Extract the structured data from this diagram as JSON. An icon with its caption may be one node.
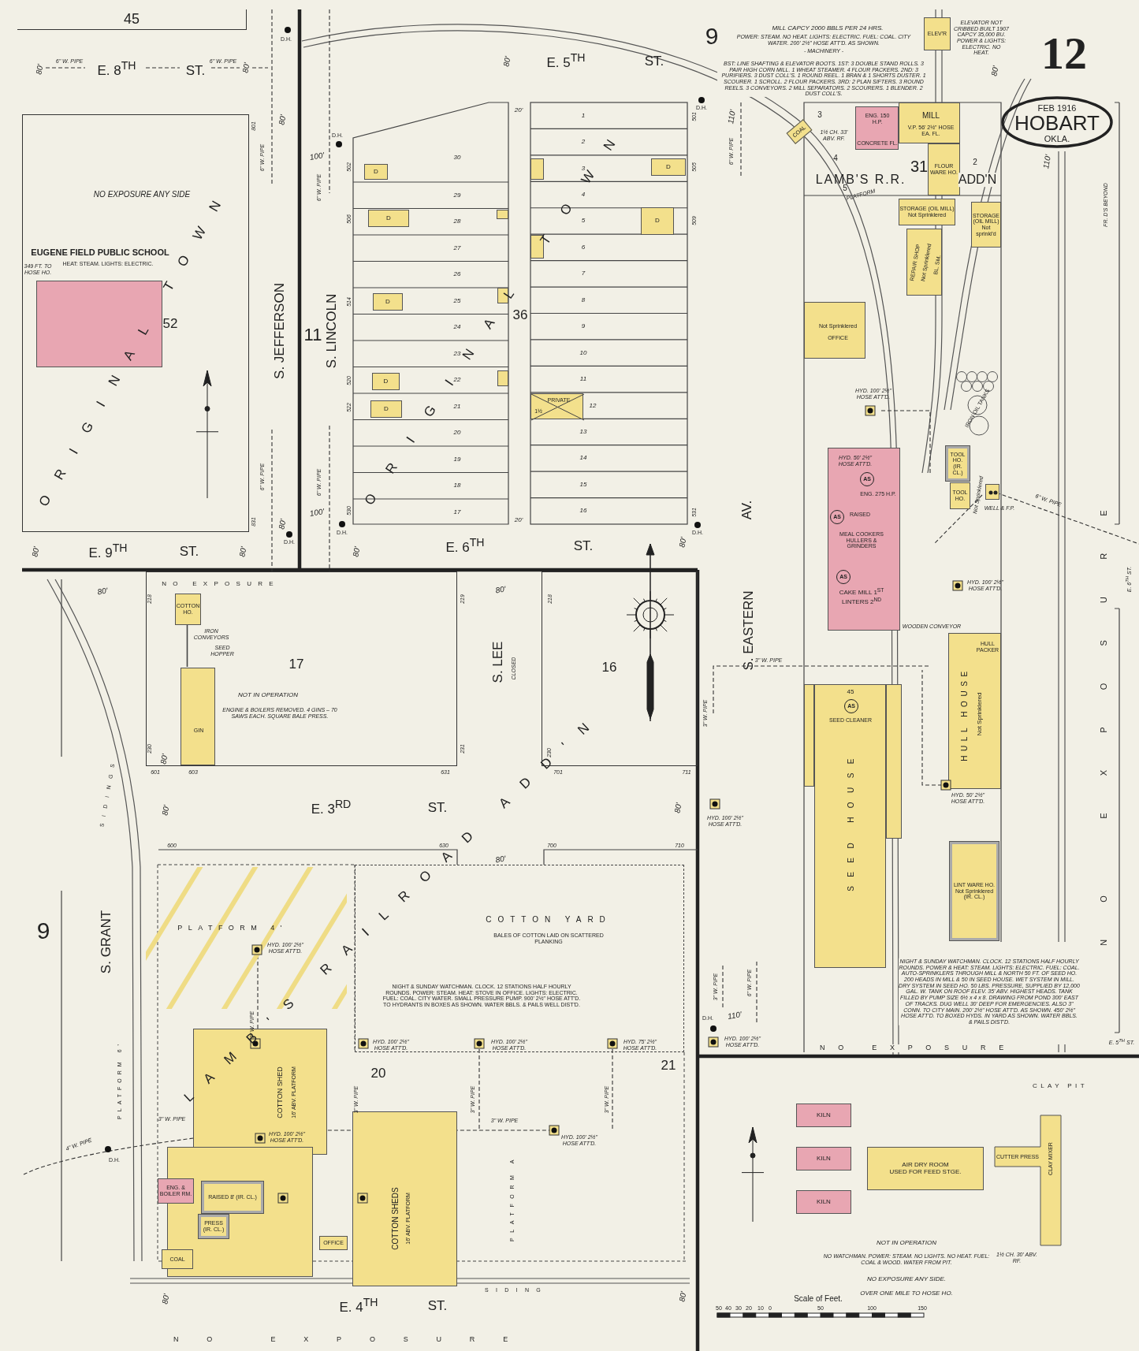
{
  "diagram": {
    "nodes": [
      {
        "text": [
          "45"
        ]
      },
      {
        "text": [
          "52"
        ]
      },
      {
        "text": [
          "EUGENE FIELD PUBLIC SCHOOL",
          "HEAT: STEAM. LIGHTS: ELECTRIC."
        ],
        "in": 1,
        "beside": [
          "349 FT. TO HOSE HO."
        ]
      },
      {
        "text": [
          "36"
        ]
      },
      {
        "text": [
          "D"
        ],
        "in": 3
      },
      {
        "text": [
          "D"
        ],
        "in": 3
      },
      {
        "text": [
          "D"
        ],
        "in": 3
      },
      {
        "text": [
          "D"
        ],
        "in": 3
      },
      {
        "text": [
          "D"
        ],
        "in": 3
      },
      {
        "text": [
          "D"
        ],
        "in": 3
      },
      {
        "text": [
          "D"
        ],
        "in": 3
      },
      {
        "text": [
          "PRIVATE",
          "1½"
        ],
        "in": 3
      },
      {
        "text": [],
        "shape": "box",
        "in": 3
      },
      {
        "text": [],
        "shape": "box",
        "in": 3
      },
      {
        "text": [],
        "shape": "box",
        "in": 3
      },
      {
        "text": [],
        "shape": "box",
        "in": 3
      },
      {
        "text": [],
        "shape": "box",
        "in": 3
      },
      {
        "text": [
          "FEB 1916",
          "HOBART",
          "OKLA."
        ]
      },
      {
        "text": [
          "ELEV'R"
        ],
        "beside": [
          "ELEVATOR NOT CRIBBED BUILT 1907 CAPCY 35,000 BU. POWER & LIGHTS: ELECTRIC. NO HEAT."
        ]
      },
      {
        "text": [
          "ENG. 150 H.P.",
          "CONCRETE FL."
        ],
        "beside": [
          "1½ CH. 33' ABV. RF."
        ]
      },
      {
        "text": [
          "MILL",
          "V.P. 56' 2½\" HOSE EA. FL."
        ]
      },
      {
        "text": [
          "FLOUR WARE HO."
        ]
      },
      {
        "text": [
          "COAL"
        ]
      },
      {
        "text": [
          "STORAGE (OIL MILL)",
          "Not Sprinklered"
        ]
      },
      {
        "text": [
          "STORAGE (OIL MILL)",
          "Not sprinkl'd"
        ]
      },
      {
        "text": [
          "REPAIR SHOP",
          "Not Sprinklered",
          "BL. SM."
        ]
      },
      {
        "text": [
          "Not Sprinklered",
          "OFFICE"
        ]
      },
      {
        "text": [
          "IRON OIL TANKS"
        ]
      },
      {
        "text": [
          "ENG. 275 H.P.",
          "RAISED",
          "MEAL COOKERS HULLERS & GRINDERS",
          "CAKE MILL 1$^{ST}$ LINTERS 2$^{ND}$"
        ]
      },
      {
        "text": [
          "AS"
        ],
        "in": 28
      },
      {
        "text": [
          "AS"
        ],
        "in": 28
      },
      {
        "text": [
          "AS"
        ],
        "in": 28
      },
      {
        "text": [
          "TOOL HO. (IR. CL.)"
        ]
      },
      {
        "text": [
          "TOOL HO."
        ],
        "beside": [
          "Not Sprinklered"
        ]
      },
      {
        "text": [],
        "shape": "box",
        "beside": [
          "WELL & F.P."
        ]
      },
      {
        "text": [
          "45",
          "SEED CLEANER",
          "SEED HOUSE"
        ]
      },
      {
        "text": [
          "AS"
        ],
        "in": 35
      },
      {
        "text": [],
        "shape": "box"
      },
      {
        "text": [],
        "shape": "box"
      },
      {
        "text": [
          "HULL PACKER",
          "HULL HOUSE",
          "Not Sprinklered"
        ]
      },
      {
        "text": [
          "LINT WARE HO.",
          "Not Sprinklered",
          "(IR. CL.)"
        ]
      },
      {
        "text": [
          "17"
        ]
      },
      {
        "text": [
          "COTTON HO."
        ],
        "in": 41
      },
      {
        "text": [
          "GIN"
        ],
        "in": 41,
        "beside": [
          "NOT IN OPERATION",
          "ENGINE & BOILERS REMOVED. 4 GINS – 70 SAWS EACH. SQUARE BALE PRESS."
        ]
      },
      {
        "text": [
          "16"
        ]
      },
      {
        "text": [
          "COTTON YARD",
          "BALES OF COTTON LAID ON SCATTERED PLANKING",
          "NIGHT & SUNDAY WATCHMAN. CLOCK. 12 STATIONS HALF HOURLY ROUNDS. POWER: STEAM. HEAT: STOVE IN OFFICE. LIGHTS: ELECTRIC. FUEL: COAL. CITY WATER. SMALL PRESSURE PUMP. 900' 2½\" HOSE ATT'D. TO HYDRANTS IN BOXES AS SHOWN. WATER BBLS. & PAILS WELL DIST'D."
        ]
      },
      {
        "text": [
          "COTTON SHED",
          "16' ABV. PLATFORM"
        ]
      },
      {
        "text": [
          "COTTON SHEDS",
          "16' ABV. PLATFORM"
        ]
      },
      {
        "text": [],
        "shape": "box"
      },
      {
        "text": [
          "RAISED 8' (IR. CL.)"
        ],
        "in": 48
      },
      {
        "text": [
          "PRESS (IR. CL.)"
        ],
        "in": 48
      },
      {
        "text": [
          "ENG. & BOILER RM."
        ]
      },
      {
        "text": [
          "COAL"
        ]
      },
      {
        "text": [
          "OFFICE"
        ]
      },
      {
        "text": [
          "KILN"
        ]
      },
      {
        "text": [
          "KILN"
        ]
      },
      {
        "text": [
          "KILN"
        ]
      },
      {
        "text": [
          "AIR DRY ROOM",
          "USED FOR FEED STGE."
        ]
      },
      {
        "text": [
          "CUTTER PRESS",
          "CLAY MIXER"
        ],
        "beside": [
          "1½ CH. 30' ABV. RF."
        ]
      }
    ],
    "edges": [
      {
        "from": 42,
        "to": 43,
        "arrow": "none"
      }
    ],
    "labels": [
      "80'",
      "6\" W. PIPE",
      "E. 8$^{TH}$",
      "ST.",
      "6\" W. PIPE",
      "80'",
      "D.H.",
      "NO EXPOSURE ANY SIDE",
      "ORIGINAL TOWN",
      "801",
      "831",
      "80'",
      "6\" W. PIPE",
      "S. JEFFERSON",
      "6\" W. PIPE",
      "80'",
      "D.H.",
      "80'",
      "E. 9$^{TH}$",
      "ST.",
      "80'",
      "11",
      "S. LINCOLN",
      "D.H.",
      "100'",
      "6\" W. PIPE",
      "6\" W. PIPE",
      "100'",
      "D.H.",
      "80'",
      "80'",
      "E. 5$^{TH}$",
      "ST.",
      "20'",
      "502",
      "506",
      "514",
      "520",
      "522",
      "530",
      "501",
      "505",
      "509",
      "531",
      "30",
      "29",
      "28",
      "27",
      "26",
      "25",
      "24",
      "23",
      "22",
      "21",
      "20",
      "19",
      "18",
      "17",
      "1",
      "2",
      "3",
      "4",
      "5",
      "6",
      "7",
      "8",
      "9",
      "10",
      "11",
      "12",
      "13",
      "14",
      "15",
      "16",
      "ORIGINAL TOWN",
      "20'",
      "E. 6$^{TH}$",
      "ST.",
      "80'",
      "D.H.",
      "D.H.",
      "9",
      "12",
      "MILL CAPCY 2000 BBLS PER 24 HRS.",
      "POWER: STEAM. NO HEAT. LIGHTS: ELECTRIC. FUEL: COAL. CITY WATER. 200' 2½\" HOSE ATT'D. AS SHOWN.",
      "- MACHINERY -",
      "BST: LINE SHAFTING & ELEVATOR BOOTS. 1ST: 3 DOUBLE STAND ROLLS. 3 PAIR HIGH CORN MILL. 1 WHEAT STEAMER. 4 FLOUR PACKERS. 2ND: 3 PURIFIERS. 3 DUST COLL'S. 1 ROUND REEL. 1 BRAN & 1 SHORTS DUSTER. 1 SCOURER. 1 SCROLL. 2 FLOUR PACKERS. 3RD: 2 PLAN SIFTERS. 3 ROUND REELS. 3 CONVEYORS. 2 MILL SEPARATORS. 2 SCOURERS. 1 BLENDER. 2 DUST COLL'S.",
      "3",
      "4",
      "5",
      "31",
      "2",
      "LAMB'S R.R.",
      "ADD'N",
      "110'",
      "6\" W. PIPE",
      "80'",
      "110'",
      "PLATFORM",
      "FR. D'S BEYOND",
      "NO EXPOSURE",
      "E. 6$^{TH}$ ST.",
      "AV.",
      "S. EASTERN",
      "HYD. 100' 2½\" HOSE ATT'D.",
      "HYD. 50' 2½\" HOSE ATT'D.",
      "6\" W. PIPE",
      "HYD. 100' 2½\" HOSE ATT'D.",
      "3\" W. PIPE",
      "WOODEN CONVEYOR",
      "HYD. 50' 2½\" HOSE ATT'D.",
      "3\" W. PIPE",
      "HYD. 100' 2½\" HOSE ATT'D.",
      "NIGHT & SUNDAY WATCHMAN. CLOCK. 12 STATIONS HALF HOURLY ROUNDS. POWER & HEAT: STEAM. LIGHTS: ELECTRIC. FUEL: COAL. AUTO-SPRINKLERS THROUGH MILL & NORTH 50 FT. OF SEED HO. 200 HEADS IN MILL & 50 IN SEED HOUSE. WET SYSTEM IN MILL. DRY SYSTEM IN SEED HO. 50 LBS. PRESSURE, SUPPLIED BY 12,000 GAL. W. TANK ON ROOF ELEV. 35' ABV. HIGHEST HEADS. TANK FILLED BY PUMP SIZE 6½ x 4 x 8. DRAWING FROM POND 300' EAST OF TRACKS. DUG WELL 30' DEEP FOR EMERGENCIES. ALSO 3\" CONN. TO CITY MAIN. 200' 2½\" HOSE ATT'D. AS SHOWN. 450' 2½\" HOSE ATT'D. TO BOXED HYDS. IN YARD AS SHOWN. WATER BBLS. & PAILS DIST'D.",
      "3\" W. PIPE",
      "6\" W. PIPE",
      "110'",
      "D.H.",
      "HYD. 100' 2½\" HOSE ATT'D.",
      "NO EXPOSURE",
      "E. 5$^{TH}$ ST.",
      "NO EXPOSURE",
      "80'",
      "218",
      "230",
      "601",
      "603",
      "IRON CONVEYORS",
      "SEED HOPPER",
      "219",
      "231",
      "631",
      "80'",
      "S. LEE",
      "CLOSED",
      "218",
      "230",
      "701",
      "711",
      "80'",
      "SIDINGS",
      "80'",
      "E. 3$^{RD}$",
      "ST.",
      "80'",
      "600",
      "630",
      "80'",
      "700",
      "710",
      "LAMB'S RAILROAD ADD'N",
      "9",
      "S. GRANT",
      "PLATFORM 4'",
      "HYD. 100' 2½\" HOSE ATT'D.",
      "HYD. 100' 2½\" HOSE ATT'D.",
      "HYD. 100' 2½\" HOSE ATT'D.",
      "HYD. 75' 2½\" HOSE ATT'D.",
      "20",
      "21",
      "PLATFORM 6'",
      "3\" W. PIPE",
      "3\" W. PIPE",
      "3\" W. PIPE",
      "3\" W. PIPE",
      "4\" W. PIPE",
      "D.H.",
      "3\" W. PIPE",
      "HYD. 100' 2½\" HOSE ATT'D.",
      "3\" W. PIPE",
      "HYD. 100' 2½\" HOSE ATT'D.",
      "PLATFORM A",
      "SIDING",
      "80'",
      "E. 4$^{TH}$",
      "ST.",
      "80'",
      "NO EXPOSURE",
      "CLAY PIT",
      "NOT IN OPERATION",
      "NO WATCHMAN. POWER: STEAM. NO LIGHTS. NO HEAT. FUEL: COAL & WOOD. WATER FROM PIT.",
      "NO EXPOSURE ANY SIDE.",
      "OVER ONE MILE TO HOSE HO.",
      "Scale of Feet.",
      "50",
      "40",
      "30",
      "20",
      "10",
      "0",
      "50",
      "100",
      "150"
    ]
  }
}
